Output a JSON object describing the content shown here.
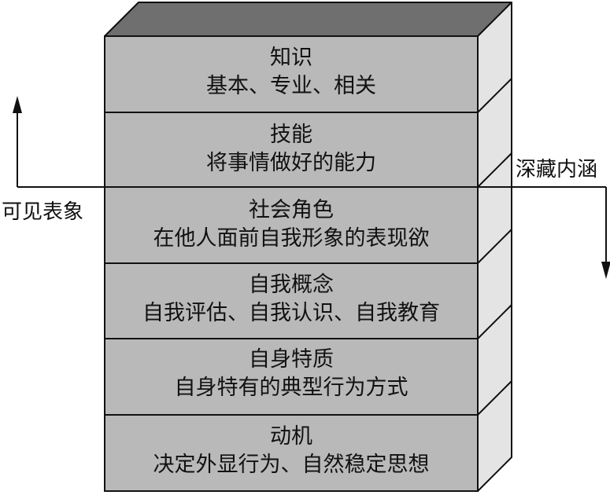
{
  "layers": [
    {
      "title": "知识",
      "desc": "基本、专业、相关"
    },
    {
      "title": "技能",
      "desc": "将事情做好的能力"
    },
    {
      "title": "社会角色",
      "desc": "在他人面前自我形象的表现欲"
    },
    {
      "title": "自我概念",
      "desc": "自我评估、自我认识、自我教育"
    },
    {
      "title": "自身特质",
      "desc": "自身特有的典型行为方式"
    },
    {
      "title": "动机",
      "desc": "决定外显行为、自然稳定思想"
    }
  ],
  "labels": {
    "visible": "可见表象",
    "hidden": "深藏内涵"
  },
  "colors": {
    "front": "#b9b9b9",
    "top": "#6f6f6f",
    "side": "#e4e4e4",
    "stroke": "#111111"
  }
}
